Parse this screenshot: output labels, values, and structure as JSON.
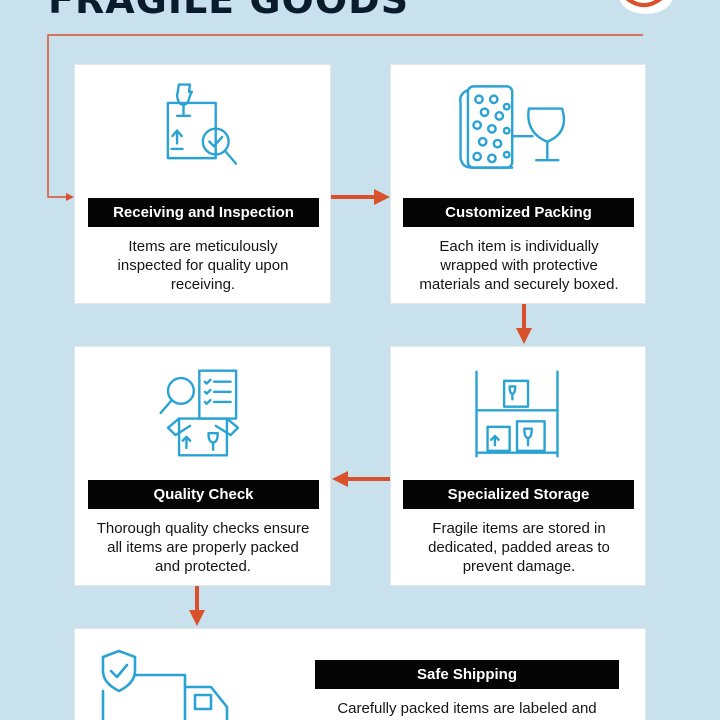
{
  "header": {
    "title": "FRAGILE GOODS"
  },
  "accent_color": "#d8502c",
  "icon_color": "#2aa3d4",
  "steps": [
    {
      "title": "Receiving and Inspection",
      "description": "Items are meticulously inspected for quality upon receiving.",
      "icon": "box-magnifier-icon"
    },
    {
      "title": "Customized Packing",
      "description": "Each item is individually wrapped with protective materials and securely boxed.",
      "icon": "bubble-wrap-glass-icon"
    },
    {
      "title": "Specialized Storage",
      "description": "Fragile items are stored in dedicated, padded areas to prevent damage.",
      "icon": "storage-shelf-icon"
    },
    {
      "title": "Quality Check",
      "description": "Thorough quality checks ensure all items are properly packed and protected.",
      "icon": "checklist-box-icon"
    },
    {
      "title": "Safe Shipping",
      "description": "Carefully packed items are labeled and",
      "icon": "shield-truck-icon"
    }
  ]
}
